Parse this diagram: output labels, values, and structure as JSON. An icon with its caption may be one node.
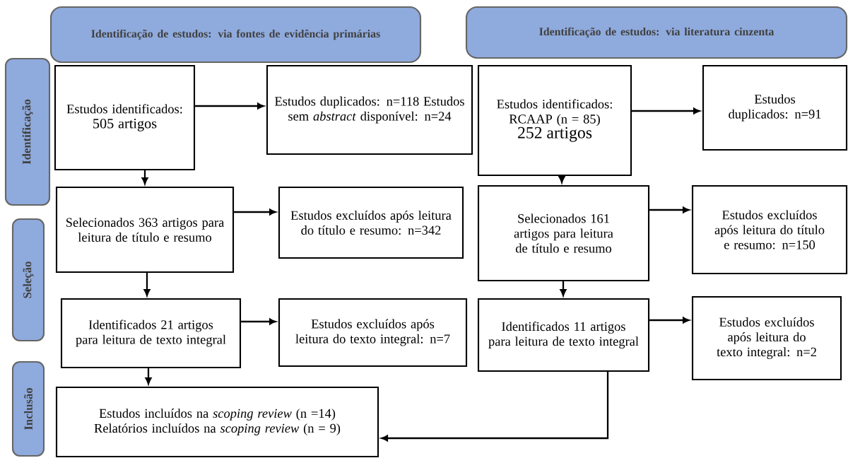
{
  "diagram": {
    "nodes": [
      {
        "text": [
          "Identificação de estudos: via fontes de evidência primárias"
        ]
      },
      {
        "text": [
          "Identificação de estudos: via literatura cinzenta"
        ]
      },
      {
        "text": [
          "Identificação"
        ]
      },
      {
        "text": [
          "Seleção"
        ]
      },
      {
        "text": [
          "Inclusão"
        ]
      },
      {
        "text": [
          "Estudos identificados:",
          "505 artigos"
        ]
      },
      {
        "text": [
          "Estudos duplicados: n=118 Estudos sem *abstract* disponível: n=24"
        ]
      },
      {
        "text": [
          "Estudos identificados:",
          "RCAAP (n = 85)",
          "252 artigos"
        ]
      },
      {
        "text": [
          "Estudos duplicados: n=91"
        ]
      },
      {
        "text": [
          "Selecionados 363 artigos para leitura de título e resumo"
        ]
      },
      {
        "text": [
          "Estudos excluídos após leitura do título e resumo: n=342"
        ]
      },
      {
        "text": [
          "Selecionados 161 artigos para leitura de título e resumo"
        ]
      },
      {
        "text": [
          "Estudos excluídos após leitura do título e resumo: n=150"
        ]
      },
      {
        "text": [
          "Identificados 21 artigos para leitura de texto integral"
        ]
      },
      {
        "text": [
          "Estudos excluídos após leitura do texto integral: n=7"
        ]
      },
      {
        "text": [
          "Identificados 11 artigos para leitura de texto integral"
        ]
      },
      {
        "text": [
          "Estudos excluídos após leitura do texto integral: n=2"
        ]
      },
      {
        "text": [
          "Estudos incluídos na *scoping review* (n =14)",
          "Relatórios incluídos na *scoping review* (n = 9)"
        ]
      }
    ],
    "edges": [
      {
        "from": 5,
        "to": 6,
        "arrow": "to"
      },
      {
        "from": 5,
        "to": 9,
        "arrow": "to"
      },
      {
        "from": 7,
        "to": 8,
        "arrow": "to"
      },
      {
        "from": 7,
        "to": 11,
        "arrow": "to"
      },
      {
        "from": 9,
        "to": 10,
        "arrow": "to"
      },
      {
        "from": 9,
        "to": 13,
        "arrow": "to"
      },
      {
        "from": 11,
        "to": 12,
        "arrow": "to"
      },
      {
        "from": 11,
        "to": 15,
        "arrow": "to"
      },
      {
        "from": 13,
        "to": 14,
        "arrow": "to"
      },
      {
        "from": 13,
        "to": 17,
        "arrow": "to"
      },
      {
        "from": 15,
        "to": 16,
        "arrow": "to"
      },
      {
        "from": 15,
        "to": 17,
        "arrow": "to"
      }
    ]
  }
}
